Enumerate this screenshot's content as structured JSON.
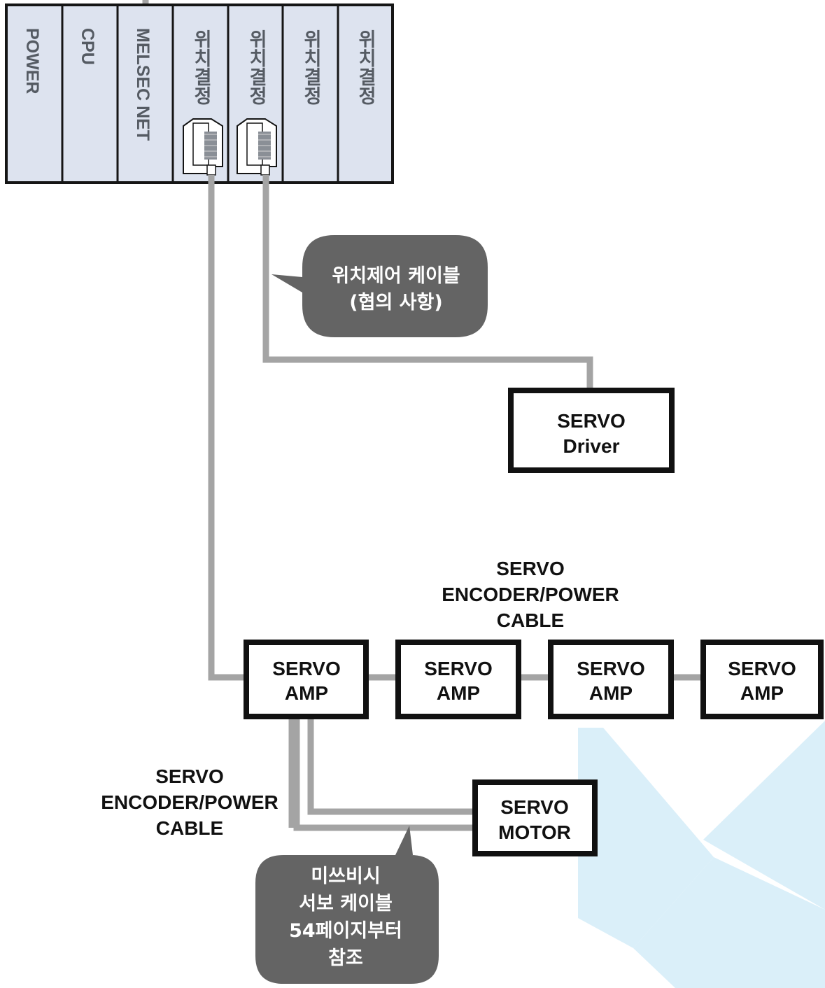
{
  "plc_rack": {
    "modules": [
      "POWER",
      "CPU",
      "MELSEC NET",
      "위치결정",
      "위치결정",
      "위치결정",
      "위치결정"
    ]
  },
  "callouts": {
    "position_cable": [
      "위치제어 케이블",
      "(협의 사항)"
    ],
    "mitsubishi_cable": [
      "미쓰비시",
      "서보 케이블",
      "54페이지부터",
      "참조"
    ]
  },
  "servo_driver": {
    "line1": "SERVO",
    "line2": "Driver"
  },
  "servo_amps": [
    {
      "line1": "SERVO",
      "line2": "AMP"
    },
    {
      "line1": "SERVO",
      "line2": "AMP"
    },
    {
      "line1": "SERVO",
      "line2": "AMP"
    },
    {
      "line1": "SERVO",
      "line2": "AMP"
    }
  ],
  "servo_motor": {
    "line1": "SERVO",
    "line2": "MOTOR"
  },
  "cable_labels": {
    "top": [
      "SERVO",
      "ENCODER/POWER",
      "CABLE"
    ],
    "left": [
      "SERVO",
      "ENCODER/POWER",
      "CABLE"
    ]
  },
  "colors": {
    "module_fill": "#dde3ef",
    "cable": "#a4a4a4",
    "bubble": "#646464",
    "watermark": "#d3ecf8"
  }
}
